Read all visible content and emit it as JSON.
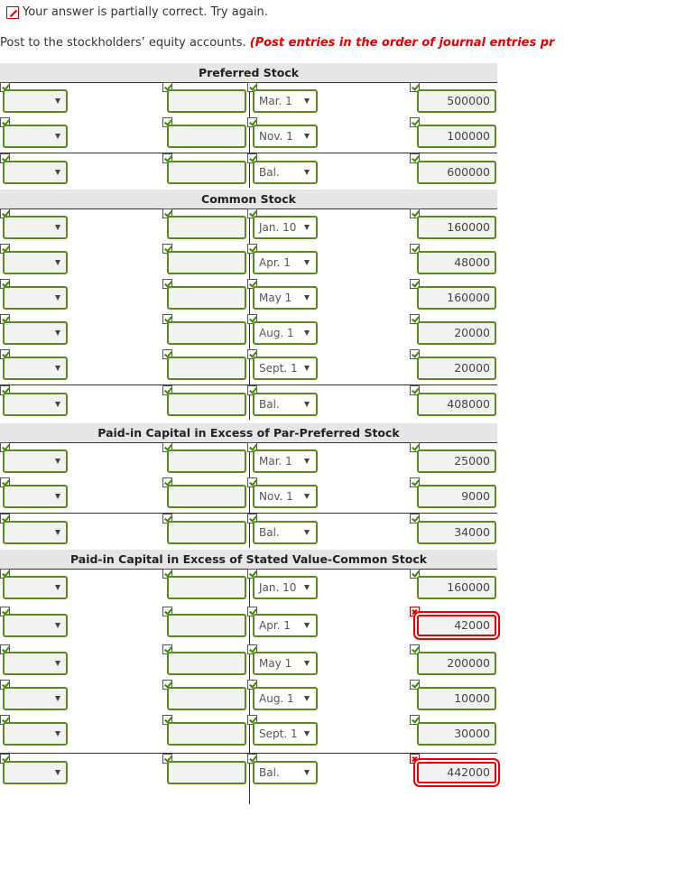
{
  "status": {
    "message": "Your answer is partially correct.  Try again."
  },
  "instructions": {
    "text": "Post to the stockholders’ equity accounts.",
    "emphasis": "(Post entries in the order of journal entries pr"
  },
  "accounts": [
    {
      "title": "Preferred Stock",
      "rows": [
        {
          "date": "Mar. 1",
          "amount": "500000",
          "amount_status": "correct"
        },
        {
          "date": "Nov. 1",
          "amount": "100000",
          "amount_status": "correct"
        },
        {
          "date": "Bal.",
          "amount": "600000",
          "amount_status": "correct"
        }
      ]
    },
    {
      "title": "Common Stock",
      "rows": [
        {
          "date": "Jan. 10",
          "amount": "160000",
          "amount_status": "correct"
        },
        {
          "date": "Apr. 1",
          "amount": "48000",
          "amount_status": "correct"
        },
        {
          "date": "May 1",
          "amount": "160000",
          "amount_status": "correct"
        },
        {
          "date": "Aug. 1",
          "amount": "20000",
          "amount_status": "correct"
        },
        {
          "date": "Sept. 1",
          "amount": "20000",
          "amount_status": "correct"
        },
        {
          "date": "Bal.",
          "amount": "408000",
          "amount_status": "correct"
        }
      ]
    },
    {
      "title": "Paid-in Capital in Excess of Par-Preferred Stock",
      "rows": [
        {
          "date": "Mar. 1",
          "amount": "25000",
          "amount_status": "correct"
        },
        {
          "date": "Nov. 1",
          "amount": "9000",
          "amount_status": "correct"
        },
        {
          "date": "Bal.",
          "amount": "34000",
          "amount_status": "correct"
        }
      ]
    },
    {
      "title": "Paid-in Capital in Excess of Stated Value-Common Stock",
      "rows": [
        {
          "date": "Jan. 10",
          "amount": "160000",
          "amount_status": "correct"
        },
        {
          "date": "Apr. 1",
          "amount": "42000",
          "amount_status": "incorrect"
        },
        {
          "date": "May 1",
          "amount": "200000",
          "amount_status": "correct"
        },
        {
          "date": "Aug. 1",
          "amount": "10000",
          "amount_status": "correct"
        },
        {
          "date": "Sept. 1",
          "amount": "30000",
          "amount_status": "correct"
        },
        {
          "date": "Bal.",
          "amount": "442000",
          "amount_status": "incorrect"
        }
      ]
    }
  ],
  "colors": {
    "correct_border": "#5a8a1e",
    "incorrect_border": "#e00000",
    "emphasis_text": "#e60000",
    "header_bg": "#e6e6e6"
  }
}
